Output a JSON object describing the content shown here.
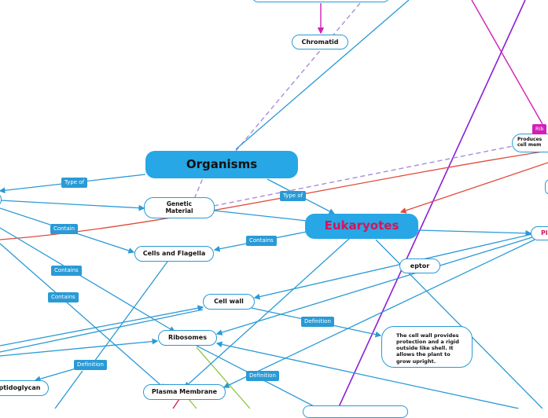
{
  "nodes": {
    "chromatid": "Chromatid",
    "organisms": "Organisms",
    "genetic_material": "Genetic\nMaterial",
    "eukaryotes": "Eukaryotes",
    "cells_flagella": "Cells and Flagella",
    "receptor": "eptor",
    "cell_wall": "Cell wall",
    "ribosomes": "Ribosomes",
    "plasma_membrane": "Plasma Membrane",
    "peptidoglycan": "ptidoglycan",
    "produces": "Produces\ncell mem",
    "pl_node": "Pl",
    "magenta_tag": "Rib"
  },
  "links": {
    "type_of_1": "Type of",
    "type_of_2": "Type of",
    "contain": "Contain",
    "contains_1": "Contains",
    "contains_2": "Contains",
    "contains_3": "Contains",
    "definition_1": "Definition",
    "definition_2": "Definition",
    "definition_3": "Definition"
  },
  "notes": {
    "cell_wall_definition": "The cell wall provides protection and a rigid outside like shell. It allows the plant to grow upright."
  },
  "colors": {
    "blue": "#2a9ad6",
    "node_fill": "#27a7e5",
    "eukaryotes_text": "#d4145a",
    "magenta": "#d11fb8",
    "purple": "#8a1fd6",
    "red": "#e04a3a",
    "lavender": "#a98ddc",
    "green": "#8dc63f"
  }
}
